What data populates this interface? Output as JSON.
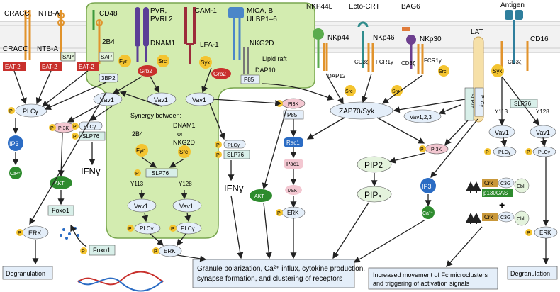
{
  "receptors": {
    "cracc_top": "CRACC",
    "ntba_top": "NTB-A",
    "cd48": "CD48",
    "pvr": "PVR,",
    "pvrl2": "PVRL2",
    "icam": "ICAM-1",
    "mica": "MICA, B",
    "ulbp": "ULBP1–6",
    "nkp44l": "NKP44L",
    "ectocrt": "Ecto-CRT",
    "bag6": "BAG6",
    "antigen": "Antigen",
    "cracc": "CRACC",
    "ntba": "NTB-A",
    "b2b4": "2B4",
    "dnam1": "DNAM1",
    "lfa1": "LFA-1",
    "nkg2d": "NKG2D",
    "nkp44": "NKp44",
    "nkp46": "NKp46",
    "nkp30": "NKp30",
    "lat": "LAT",
    "cd16": "CD16",
    "lipid_raft": "Lipid raft",
    "dap10": "DAP10",
    "dap12": "DAP12",
    "cd3z_a": "CD3ζ",
    "fcr1g_a": "FCR1γ",
    "cd3z_b": "CD3ζ",
    "fcr1g_b": "FCR1γ",
    "cd3z_c": "CD3ζ"
  },
  "adapters": {
    "sap1": "SAP",
    "sap2": "SAP",
    "eat2a": "EAT-2",
    "eat2b": "EAT-2",
    "eat2c": "EAT-2",
    "b3bp2": "3BP2",
    "fyn": "Fyn",
    "src": "Src",
    "grb2": "Grb2",
    "syk": "Syk",
    "grb2b": "Grb2",
    "p85": "P85"
  },
  "nodes": {
    "vav1_a": "Vav1",
    "vav1_b": "Vav1",
    "vav1_c": "Vav1",
    "plcg_main": "PLCγ",
    "ip3_left": "IP3",
    "ca_left": "Ca²⁺",
    "pi3k_left": "PI3K",
    "plcg_small": "PLCγ",
    "slp76_small": "SLP76",
    "akt_left": "AKT",
    "ifng_left": "IFNγ",
    "foxo1_a": "Foxo1",
    "erk_left": "ERK",
    "degran_left": "Degranulation",
    "foxo1_b": "Foxo1",
    "synergy1": "Synergy between:",
    "synergy_2b4": "2B4",
    "synergy_dnam": "DNAM1",
    "synergy_or": "or",
    "synergy_nkg": "NKG2D",
    "fyn2": "Fyn",
    "src2": "Src",
    "slp76_mid": "SLP76",
    "y113": "Y113",
    "y128": "Y128",
    "vav1_d": "Vav1",
    "vav1_e": "Vav1",
    "plcg_d": "PLCγ",
    "plcg_e": "PLCγ",
    "erk_mid": "ERK",
    "plcg_m2": "PLCγ",
    "slp76_m2": "SLP76",
    "ifng_mid": "IFNγ",
    "akt_mid": "AKT",
    "pi3k_mid": "PI3K",
    "p85_mid": "P85",
    "rac1": "Rac1",
    "pac1": "Pac1",
    "mek": "MEK",
    "erk_mid2": "ERK",
    "zap70": "ZAP70/Syk",
    "src_a": "Src",
    "src_b": "Src",
    "src_c": "Src",
    "vav123": "Vav1,2,3",
    "pi3k_r": "PI3K",
    "pip2": "PIP2",
    "pip3": "PIP₃",
    "ip3_right": "IP3",
    "ca_right": "Ca²⁺",
    "slp76_lat": "SLP76",
    "plcg_lat": "PLCγ",
    "syk_r": "Syk",
    "slp76_r": "SLP76",
    "y113_r": "Y113",
    "y128_r": "Y128",
    "vav1_r1": "Vav1",
    "vav1_r2": "Vav1",
    "plcg_r1": "PLCγ",
    "plcg_r2": "PLCγ",
    "crk1": "Crk",
    "c3g1": "C3G",
    "cbl1": "Cbl",
    "p130": "p130CAS",
    "plus": "+",
    "crk2": "Crk",
    "c3g2": "C3G",
    "cbl2": "Cbl",
    "erk_r": "ERK",
    "degran_r": "Degranulation",
    "p": "P"
  },
  "outcomes": {
    "main_line1": "Granule polarization, Ca²⁺ influx, cytokine production,",
    "main_line2": "synapse formation, and clustering of receptors",
    "fc_line1": "Increased movement of Fc microclusters",
    "fc_line2": "and  triggering of activation signals"
  },
  "colors": {
    "raft": "#d3ecb0",
    "raft_stroke": "#79a64f",
    "yellow": "#f4c430",
    "green": "#2e8b2e",
    "red": "#c8302c",
    "blue_node": "#2b6cc4",
    "light_blue": "#e4eef9",
    "teal": "#d8efe9",
    "pink": "#f3c7d1",
    "orange": "#e1932c"
  }
}
